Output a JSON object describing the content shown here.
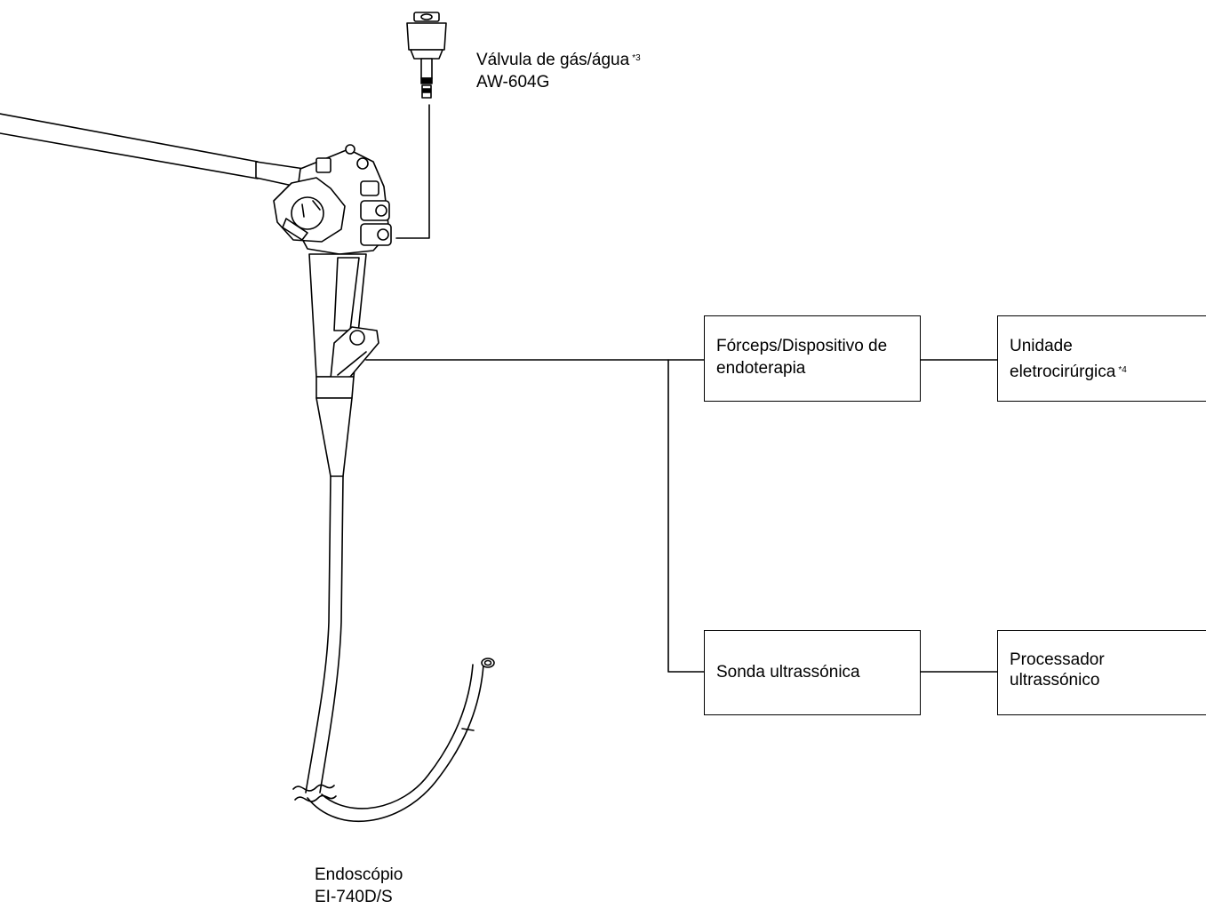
{
  "valve": {
    "name": "Válvula de gás/água",
    "note": "*3",
    "model": "AW-604G"
  },
  "endoscope": {
    "name": "Endoscópio",
    "model": "EI-740D/S"
  },
  "boxes": {
    "forceps": {
      "line1": "Fórceps/Dispositivo de",
      "line2": "endoterapia"
    },
    "electro": {
      "line1": "Unidade",
      "line2": "eletrocirúrgica",
      "note": "*4"
    },
    "probe": {
      "label": "Sonda ultrassónica"
    },
    "processor": {
      "line1": "Processador",
      "line2": "ultrassónico"
    }
  }
}
